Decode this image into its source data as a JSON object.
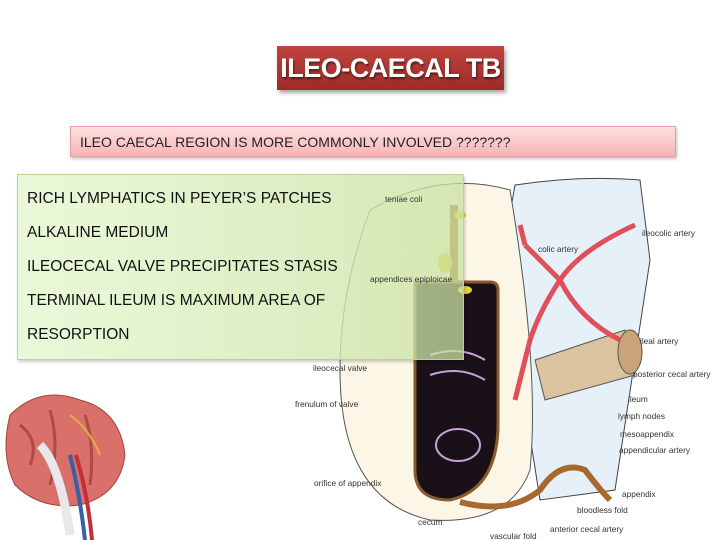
{
  "slide": {
    "title": "ILEO-CAECAL TB",
    "question": "ILEO CAECAL  REGION IS MORE COMMONLY INVOLVED ???????",
    "points": [
      "RICH LYMPHATICS IN PEYER’S PATCHES",
      "ALKALINE MEDIUM",
      "ILEOCECAL VALVE PRECIPITATES STASIS",
      "TERMINAL ILEUM IS MAXIMUM AREA OF",
      "RESORPTION"
    ],
    "diagram_labels": {
      "teniae_coli": "teniae coli",
      "appendices_epiploicae": "appendices epiploicae",
      "ileocecal_valve": "ileocecal valve",
      "frenulum": "frenulum of valve",
      "orifice": "orifice of appendix",
      "cecum": "cecum",
      "vascular_fold": "vascular fold",
      "anterior_cecal": "anterior cecal artery",
      "bloodless_fold": "bloodless fold",
      "appendix": "appendix",
      "appendicular_artery": "appendicular artery",
      "mesoappendix": "mesoappendix",
      "lymph_nodes": "lymph nodes",
      "ileum": "ileum",
      "posterior_cecal": "posterior cecal artery",
      "ileal_artery": "ileal artery",
      "colic_artery": "colic artery",
      "ileocolic_artery": "ileocolic artery"
    },
    "colors": {
      "title_bg": "#b03633",
      "question_bg": "#f9c6c6",
      "points_bg": "#dff2c8",
      "artery": "#e0505a"
    }
  }
}
